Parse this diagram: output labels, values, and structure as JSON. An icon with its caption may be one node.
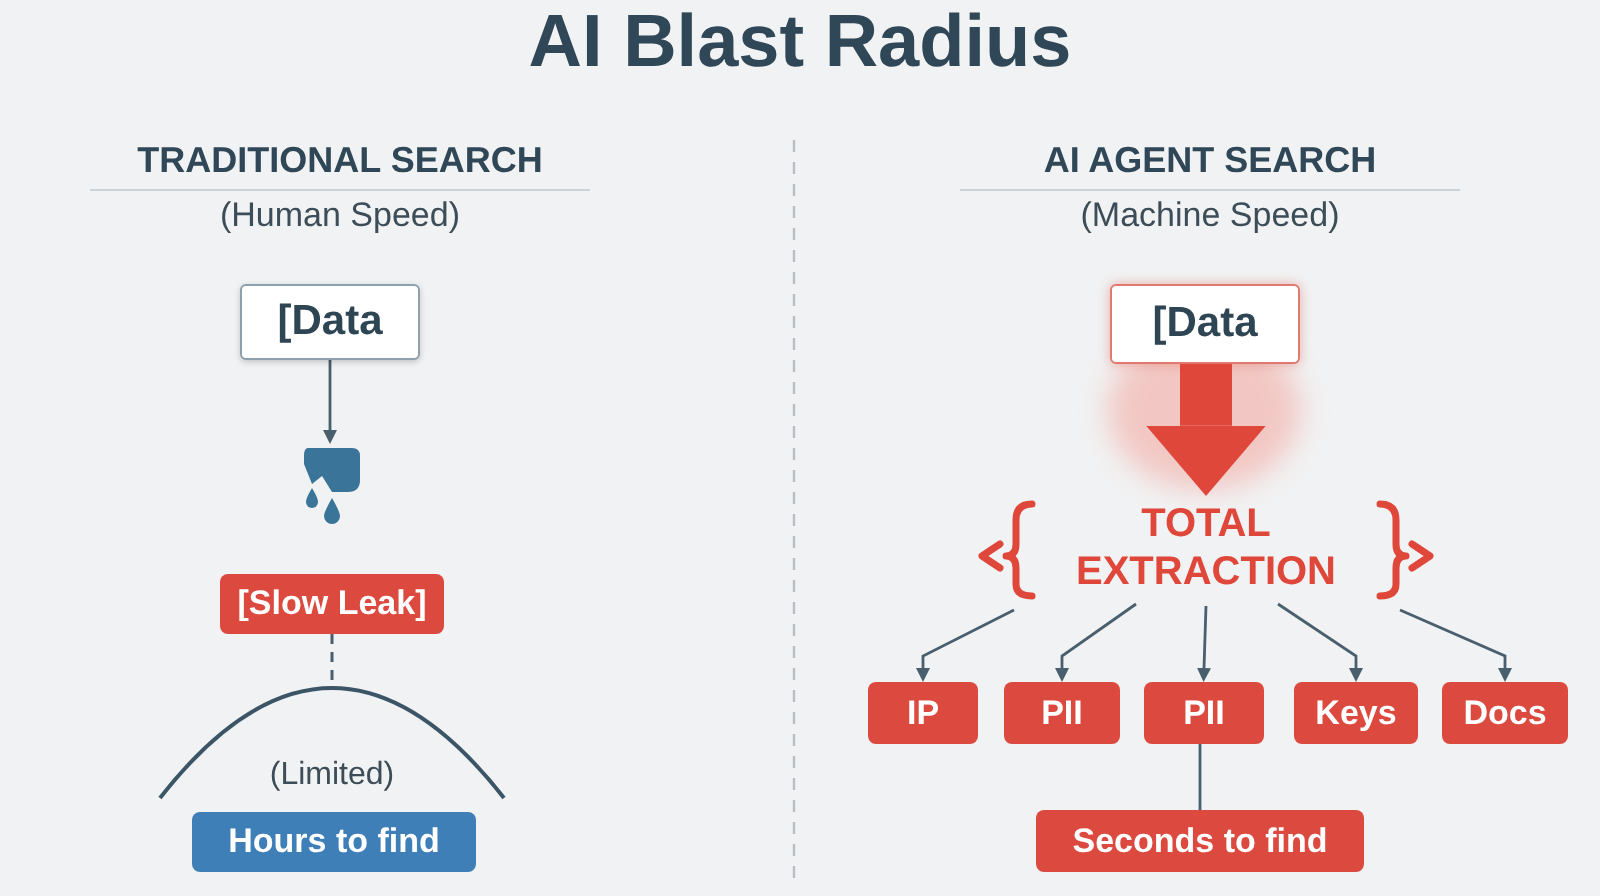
{
  "diagram": {
    "title": "AI Blast Radius",
    "nodes": [
      {
        "text": [
          "[Data"
        ]
      },
      {
        "text": [],
        "shape": "picture"
      },
      {
        "text": [
          "[Slow Leak]"
        ]
      },
      {
        "text": [
          "(Limited)"
        ]
      },
      {
        "text": [
          "Hours to find"
        ]
      },
      {
        "text": [
          "[Data"
        ]
      },
      {
        "text": [
          "TOTAL EXTRACTION"
        ]
      },
      {
        "text": [
          "IP"
        ]
      },
      {
        "text": [
          "PII"
        ]
      },
      {
        "text": [
          "PII"
        ]
      },
      {
        "text": [
          "Keys"
        ]
      },
      {
        "text": [
          "Docs"
        ]
      },
      {
        "text": [
          "Seconds to find"
        ]
      }
    ],
    "edges": [
      {
        "from": 0,
        "to": 1,
        "arrow": "to"
      },
      {
        "from": 2,
        "to": 3,
        "arrow": "none",
        "style": "dashed"
      },
      {
        "from": 5,
        "to": 6,
        "arrow": "to",
        "style": "thick",
        "color": "#e0473b"
      },
      {
        "from": 6,
        "to": 7,
        "arrow": "to"
      },
      {
        "from": 6,
        "to": 8,
        "arrow": "to"
      },
      {
        "from": 6,
        "to": 9,
        "arrow": "to"
      },
      {
        "from": 6,
        "to": 10,
        "arrow": "to"
      },
      {
        "from": 6,
        "to": 11,
        "arrow": "to"
      },
      {
        "from": 9,
        "to": 12,
        "arrow": "none"
      }
    ],
    "labels": [
      "TRADITIONAL SEARCH",
      "(Human Speed)",
      "AI AGENT SEARCH",
      "(Machine Speed)"
    ]
  }
}
